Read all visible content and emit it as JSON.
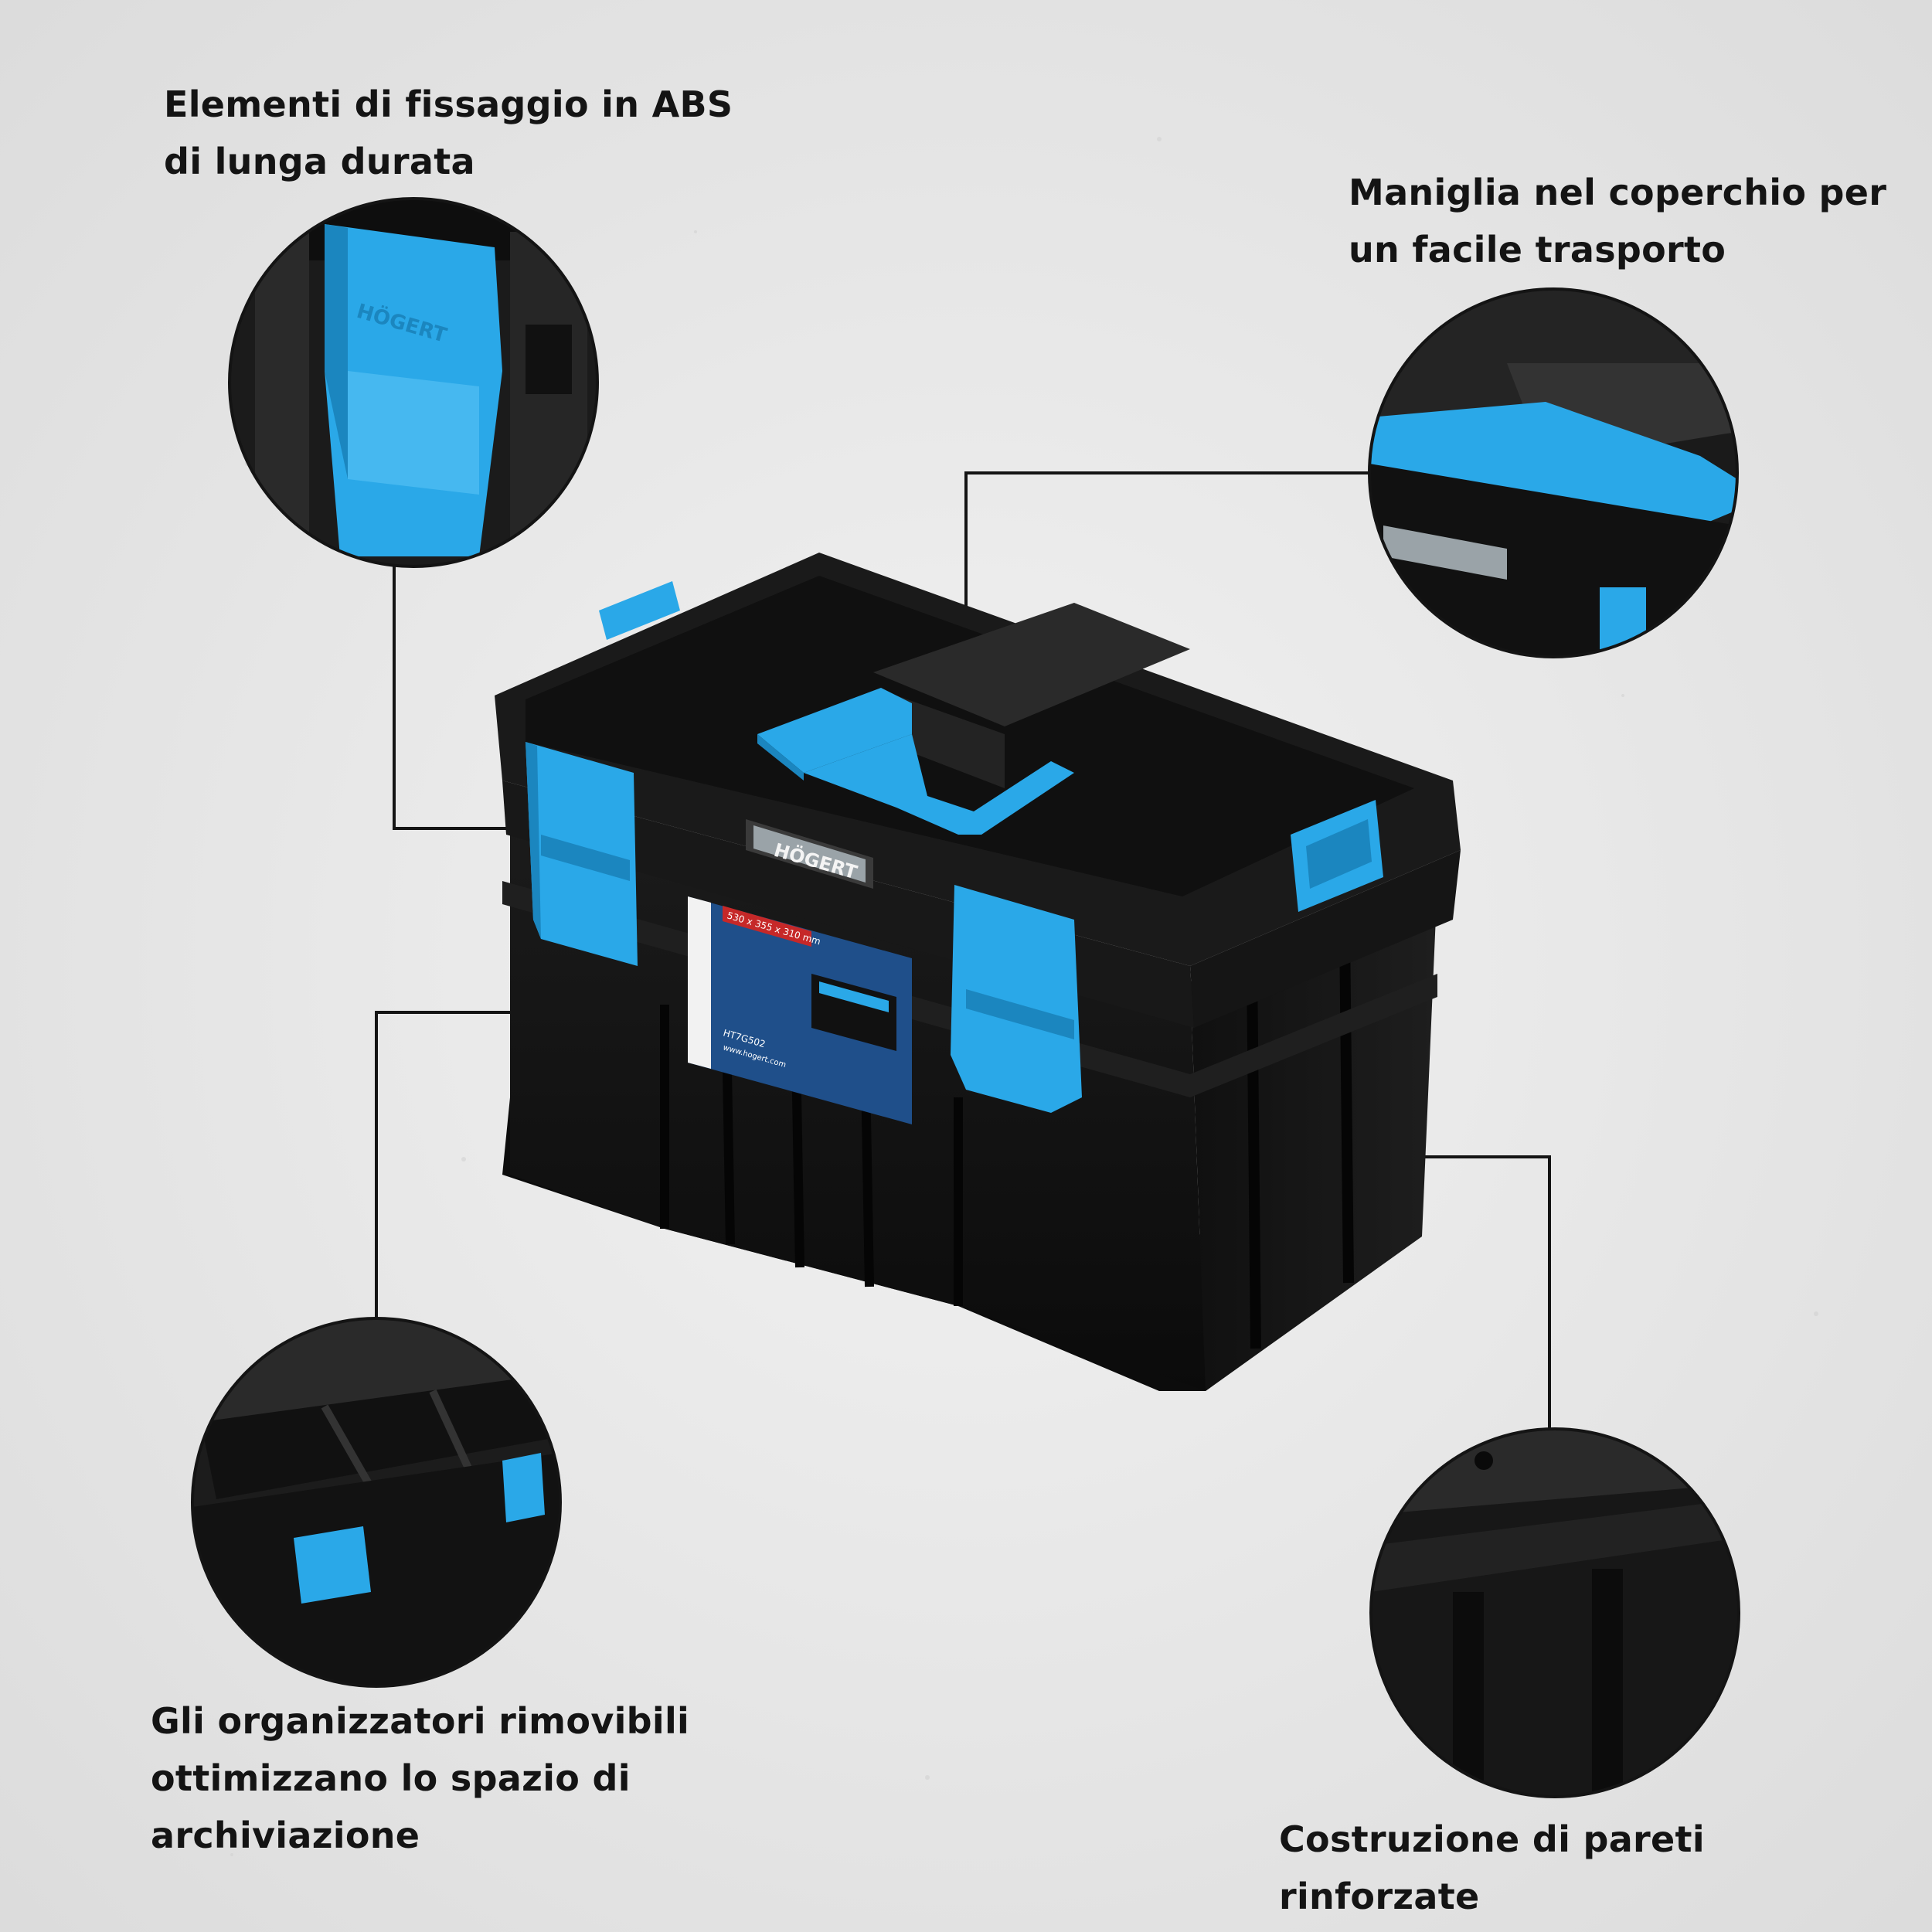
{
  "callouts": {
    "fasteners": "Elementi di fissaggio in ABS\ndi lunga durata",
    "handle": "Maniglia nel coperchio per\nun facile trasporto",
    "organizers": "Gli organizzatori rimovibili\nottimizzano lo spazio di\narchiviazione",
    "walls": "Costruzione di pareti rinforzate"
  },
  "product": {
    "brand": "HÖGERT",
    "dimensions": "530 x 355 x 310 mm",
    "model": "HT7G502",
    "website": "www.hogert.com"
  },
  "colors": {
    "accent_blue": "#2aa8e8",
    "box_black": "#141414",
    "background": "#e9e9e9",
    "label_blue": "#1f4f8a"
  }
}
